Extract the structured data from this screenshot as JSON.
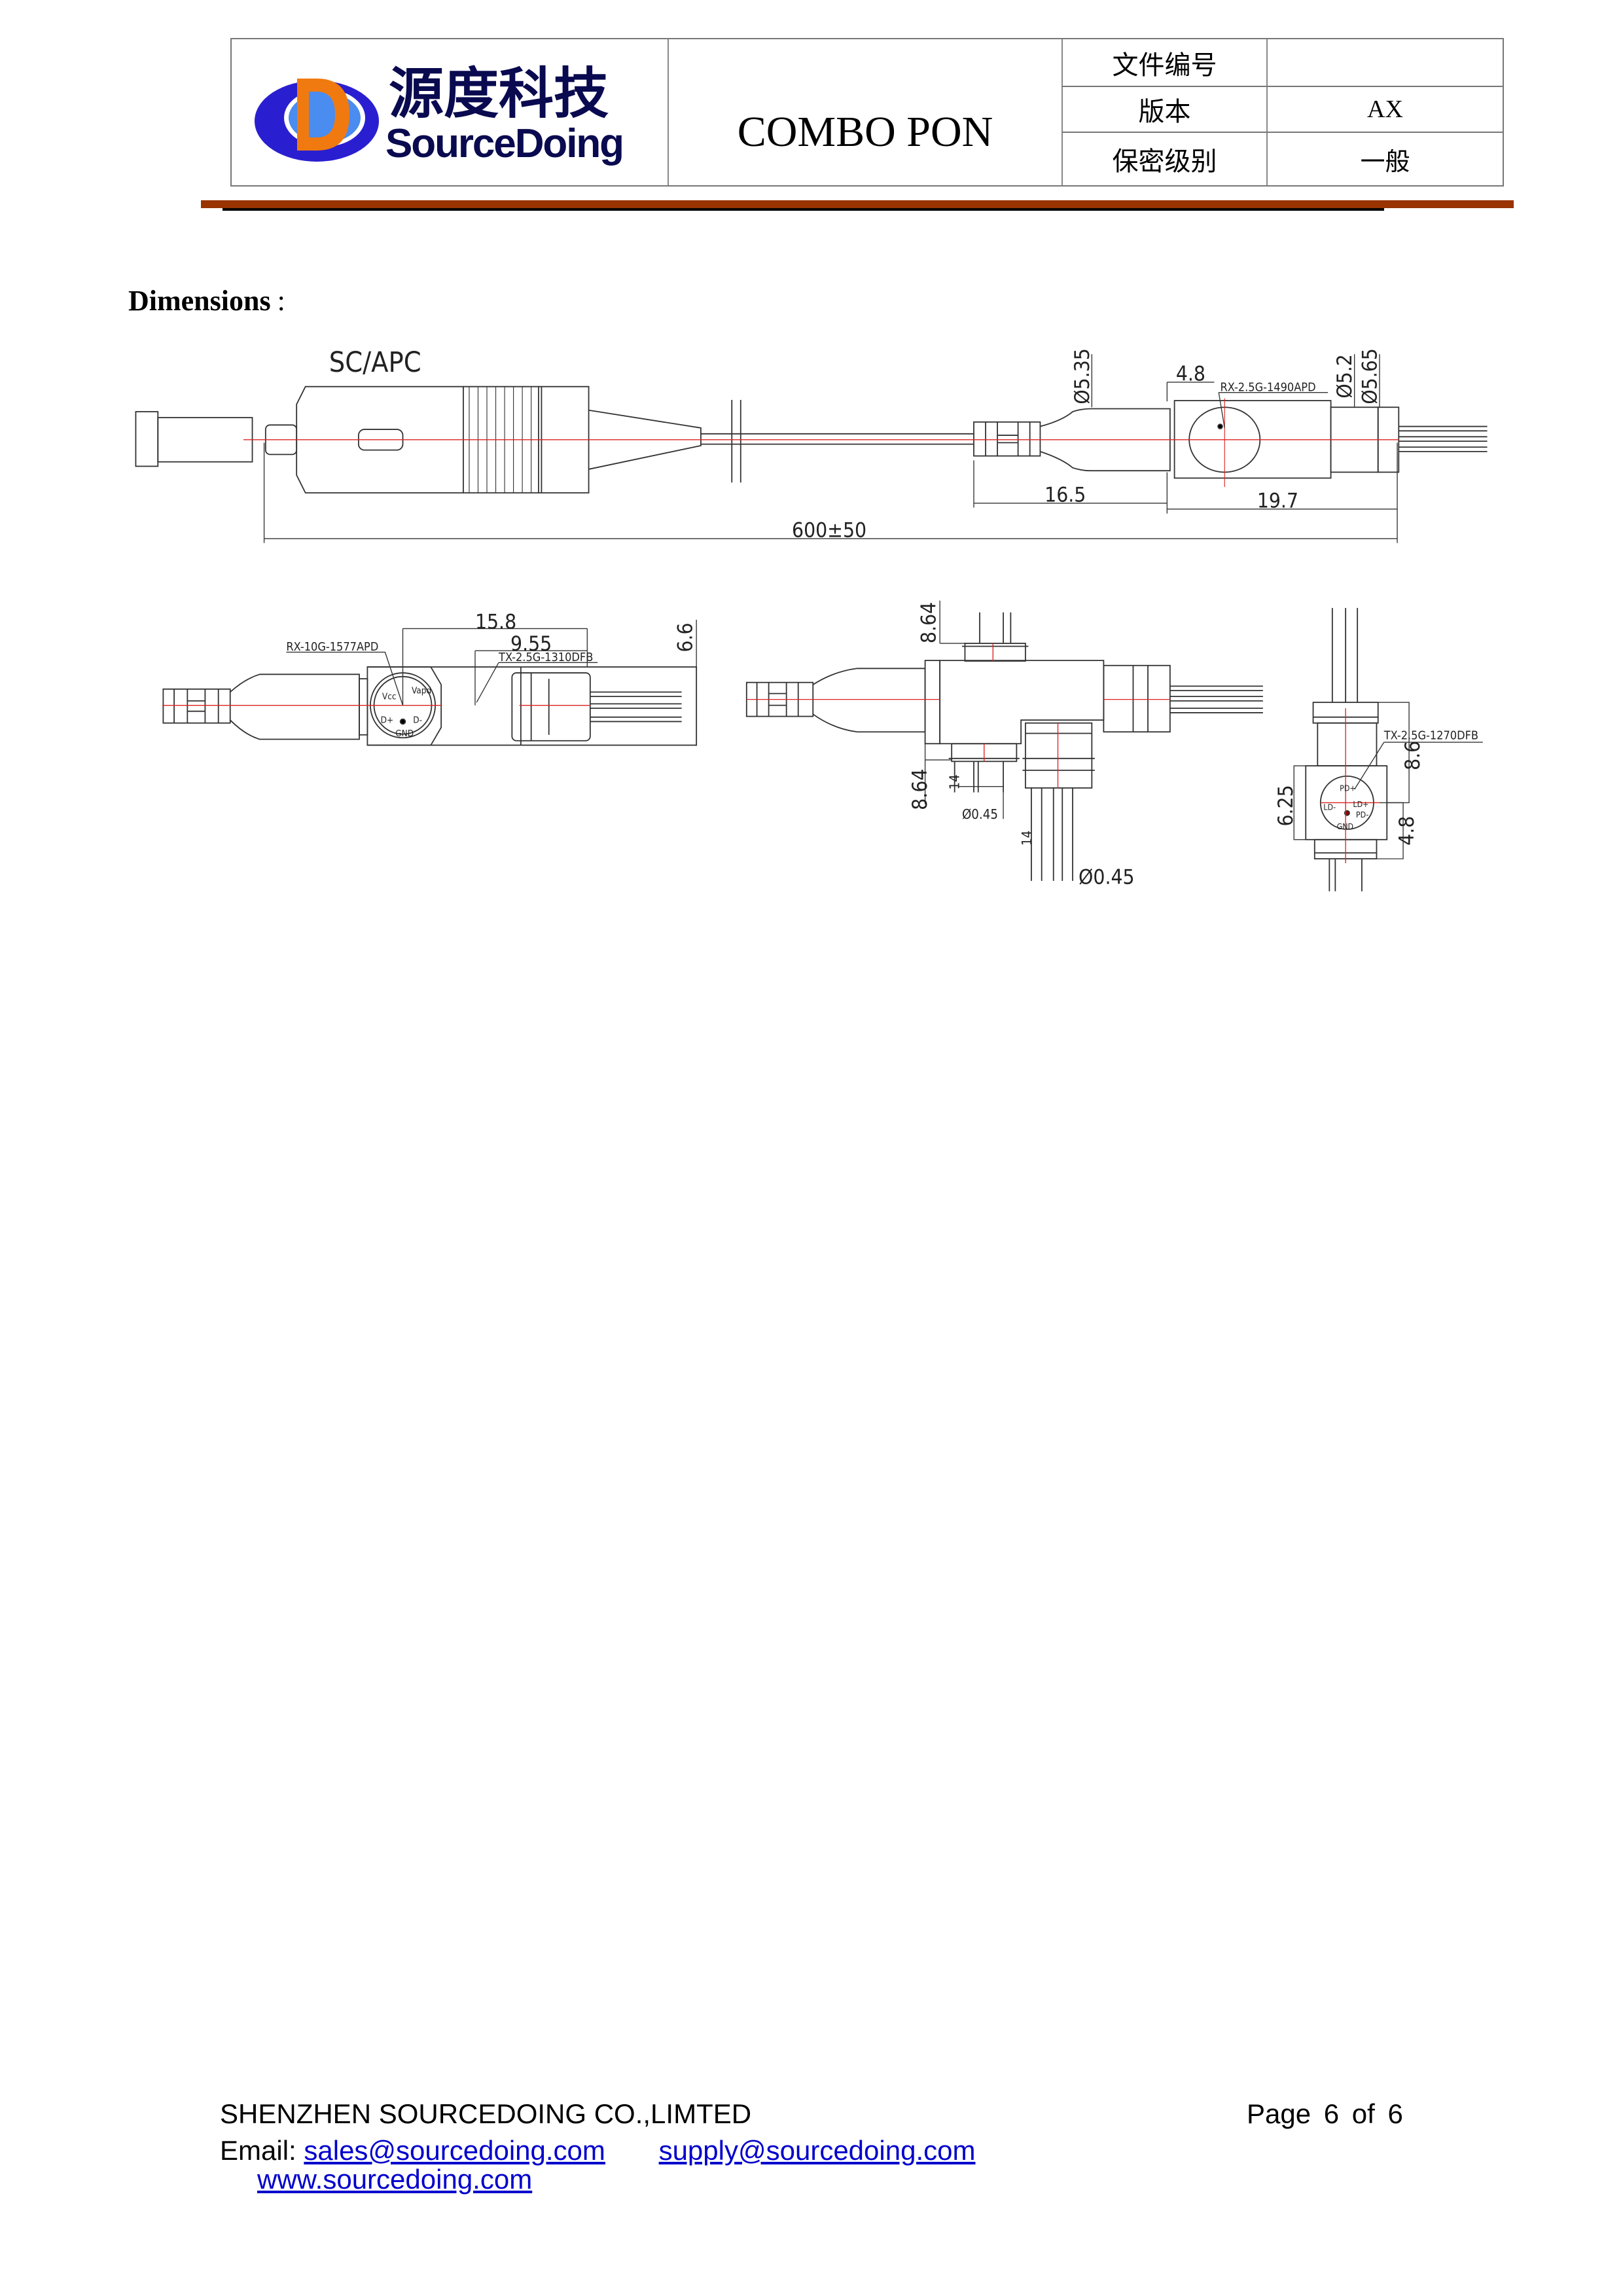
{
  "header": {
    "logo": {
      "cn": "源度科技",
      "en": "SourceDoing",
      "colors": {
        "blue": "#2a1fd0",
        "orange": "#f07a10",
        "navy": "#0a0a50"
      }
    },
    "title": "COMBO PON",
    "rows": [
      {
        "label": "文件编号",
        "value": ""
      },
      {
        "label": "版本",
        "value": "AX"
      },
      {
        "label": "保密级别",
        "value": "一般"
      }
    ],
    "rule_color": "#993300"
  },
  "section": {
    "title": "Dimensions",
    "colon": ":"
  },
  "drawing_top": {
    "connector_label": "SC/APC",
    "dims": {
      "d535": "Ø5.35",
      "d48": "4.8",
      "d52": "Ø5.2",
      "d565": "Ø5.65",
      "d165": "16.5",
      "d197": "19.7",
      "d600": "600±50"
    },
    "rx_label": "RX-2.5G-1490APD"
  },
  "drawing_left": {
    "rx_label": "RX-10G-1577APD",
    "tx_label": "TX-2.5G-1310DFB",
    "dims": {
      "d158": "15.8",
      "d955": "9.55",
      "d66": "6.6"
    },
    "pins": [
      "Vcc",
      "Vapd",
      "D+",
      "D-",
      "GND"
    ]
  },
  "drawing_mid": {
    "dims": {
      "top864": "8.64",
      "bot864": "8.64",
      "len14a": "14",
      "dia045a": "Ø0.45",
      "len14b": "14",
      "dia045b": "Ø0.45"
    }
  },
  "drawing_right": {
    "tx_label": "TX-2.5G-1270DFB",
    "dims": {
      "d86": "8.6",
      "d625": "6.25",
      "d48": "4.8"
    },
    "pins": [
      "PD+",
      "LD-",
      "LD+",
      "PD-",
      "GND"
    ]
  },
  "footer": {
    "company": "SHENZHEN SOURCEDOING CO.,LIMTED",
    "page_label": "Page",
    "page": "6",
    "of_label": "of",
    "total": "6",
    "email_label": "Email:",
    "email1": "sales@sourcedoing.com",
    "email2": "supply@sourcedoing.com",
    "website": "www.sourcedoing.com",
    "link_color": "#0000cc"
  }
}
